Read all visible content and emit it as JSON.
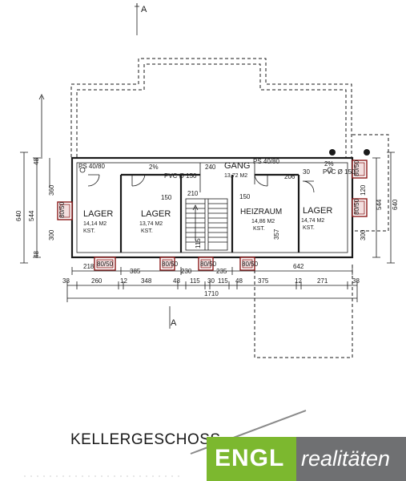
{
  "plan": {
    "title": "KELLERGESCHOSS",
    "section_marker": "A",
    "rooms": [
      {
        "id": "lager-1",
        "name": "LAGER",
        "area": "14,14 M2",
        "note": "KST."
      },
      {
        "id": "lager-2",
        "name": "LAGER",
        "area": "13,74 M2",
        "note": "KST."
      },
      {
        "id": "gang",
        "name": "GANG",
        "area": "13,72 M2",
        "note": ""
      },
      {
        "id": "heizraum",
        "name": "HEIZRAUM",
        "area": "14,86 M2",
        "note": "KST."
      },
      {
        "id": "lager-3",
        "name": "LAGER",
        "area": "14,74 M2",
        "note": "KST."
      }
    ],
    "dims_top": [
      "218",
      "385",
      "230",
      "235",
      "642"
    ],
    "dims_mid": [
      "38",
      "260",
      "12",
      "348",
      "48",
      "115",
      "30",
      "115",
      "48",
      "375",
      "12",
      "271",
      "38"
    ],
    "dim_total": "1710",
    "dims_left": [
      "640",
      "544",
      "360",
      "300",
      "48",
      "48"
    ],
    "dims_right": [
      "640",
      "544",
      "120",
      "300"
    ],
    "notes": {
      "ps_left": "PS 40/80",
      "slope_left": "2%",
      "pvc_left": "PVC Ø 150",
      "ps_right": "PS 40/80",
      "slope_right": "2%",
      "pvc_right": "PVC Ø 150",
      "d240": "240",
      "d150a": "150",
      "d150b": "150",
      "d210": "210",
      "d30": "30",
      "d206": "206",
      "d357": "357",
      "d115": "115",
      "chimney": "80/50"
    }
  },
  "logo": {
    "brand": "ENGL",
    "word": "realitäten"
  }
}
